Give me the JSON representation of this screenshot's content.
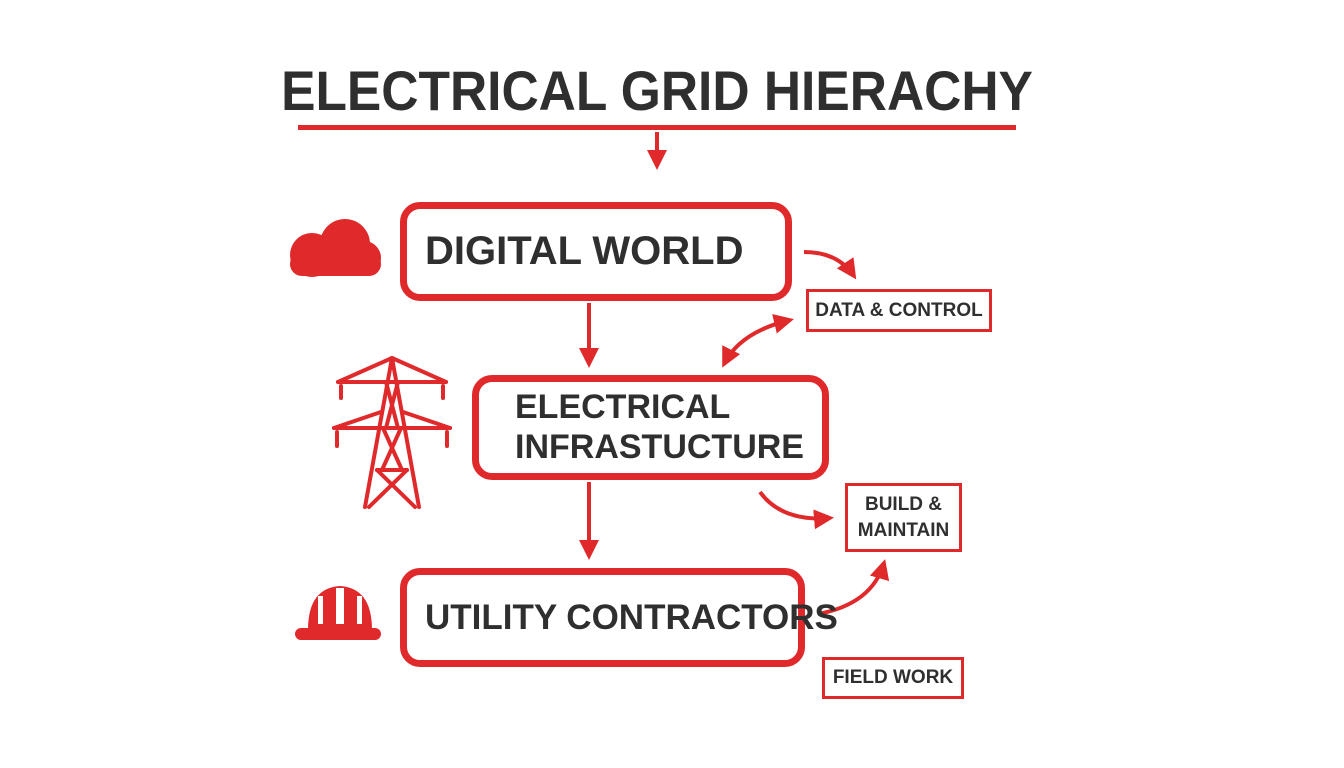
{
  "title": "ELECTRICAL GRID HIERACHY",
  "colors": {
    "accent": "#e0292b",
    "text": "#2f2f2f",
    "background": "#ffffff"
  },
  "nodes": [
    {
      "id": "digital",
      "label": "DIGITAL WORLD",
      "icon": "cloud-icon"
    },
    {
      "id": "infra",
      "label": "ELECTRICAL INFRASTUCTURE",
      "icon": "transmission-tower-icon"
    },
    {
      "id": "utility",
      "label": "UTILITY CONTRACTORS",
      "icon": "hard-hat-icon"
    }
  ],
  "tags": [
    {
      "id": "data",
      "label": "DATA & CONTROL"
    },
    {
      "id": "build",
      "label": "BUILD & MAINTAIN"
    },
    {
      "id": "field",
      "label": "FIELD WORK"
    }
  ]
}
